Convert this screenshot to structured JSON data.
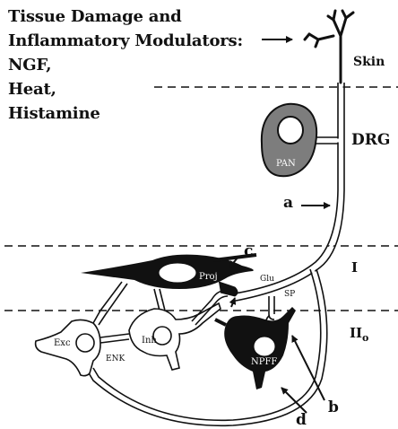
{
  "title_lines": [
    "Tissue Damage and",
    "Inflammatory Modulators:",
    "NGF,",
    "Heat,",
    "Histamine"
  ],
  "regions": {
    "skin": "Skin",
    "drg": "DRG",
    "lamina_1": "I",
    "lamina_2_base": "II",
    "lamina_2_sub": "o"
  },
  "cells": {
    "pan": "PAN",
    "proj": "Proj",
    "npff": "NPFF",
    "exc": "Exc",
    "inh": "Inh"
  },
  "transmitters": {
    "glu": "Glu",
    "sp": "SP",
    "enk": "ENK"
  },
  "markers": {
    "a": "a",
    "b": "b",
    "c": "c",
    "d": "d"
  }
}
